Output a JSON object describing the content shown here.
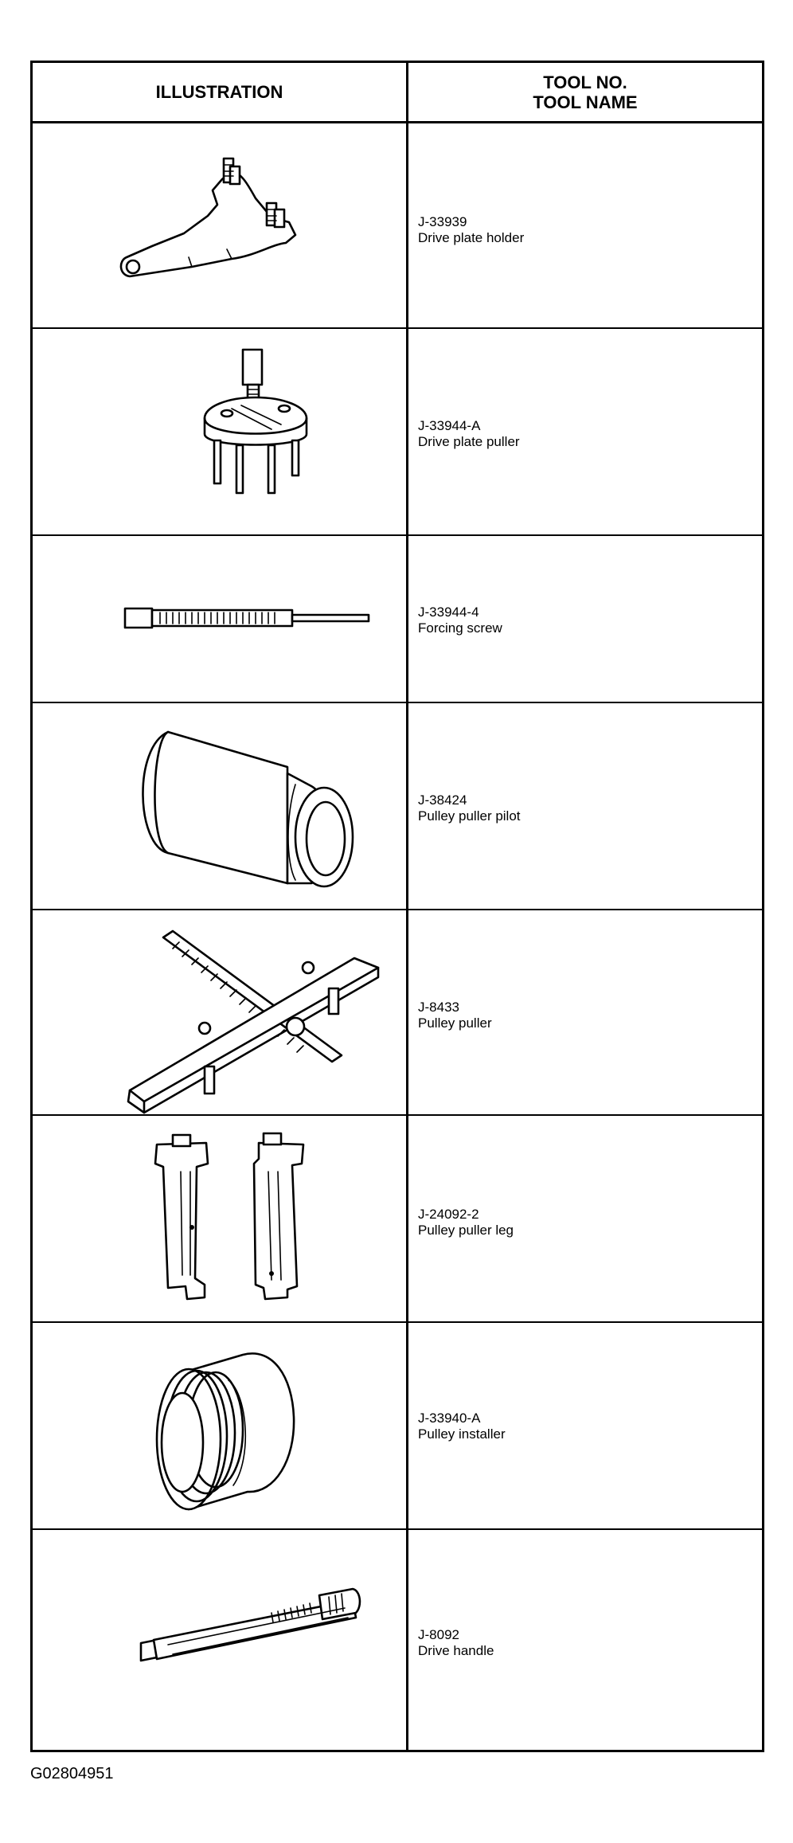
{
  "header": {
    "illustration": "ILLUSTRATION",
    "tool_no": "TOOL NO.",
    "tool_name": "TOOL NAME"
  },
  "tools": [
    {
      "number": "J-33939",
      "name": "Drive plate holder",
      "icon": "drive-plate-holder-icon"
    },
    {
      "number": "J-33944-A",
      "name": "Drive plate puller",
      "icon": "drive-plate-puller-icon"
    },
    {
      "number": "J-33944-4",
      "name": "Forcing screw",
      "icon": "forcing-screw-icon"
    },
    {
      "number": "J-38424",
      "name": "Pulley puller pilot",
      "icon": "pulley-puller-pilot-icon"
    },
    {
      "number": "J-8433",
      "name": "Pulley puller",
      "icon": "pulley-puller-icon"
    },
    {
      "number": "J-24092-2",
      "name": "Pulley puller leg",
      "icon": "pulley-puller-leg-icon"
    },
    {
      "number": "J-33940-A",
      "name": "Pulley installer",
      "icon": "pulley-installer-icon"
    },
    {
      "number": "J-8092",
      "name": "Drive handle",
      "icon": "drive-handle-icon"
    }
  ],
  "figure_id": "G02804951"
}
